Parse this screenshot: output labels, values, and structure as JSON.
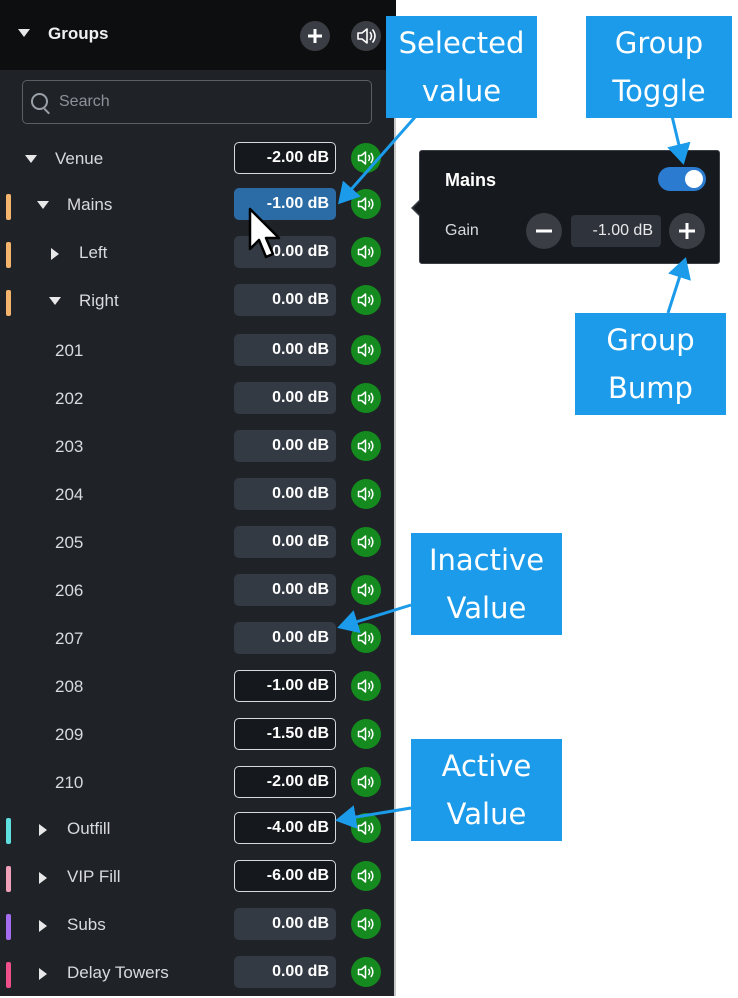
{
  "header": {
    "title": "Groups",
    "add_icon": "plus-icon",
    "mute_icon": "speaker-icon"
  },
  "search": {
    "placeholder": "Search"
  },
  "rows": [
    {
      "label": "Venue",
      "value": "-2.00 dB",
      "state": "active",
      "expander": "down",
      "bar": ""
    },
    {
      "label": "Mains",
      "value": "-1.00 dB",
      "state": "selected",
      "expander": "down",
      "bar": "#f5b46c"
    },
    {
      "label": "Left",
      "value": "0.00 dB",
      "state": "inactive",
      "expander": "right",
      "bar": "#f5b46c"
    },
    {
      "label": "Right",
      "value": "0.00 dB",
      "state": "inactive",
      "expander": "down",
      "bar": "#f5b46c"
    },
    {
      "label": "201",
      "value": "0.00 dB",
      "state": "inactive",
      "expander": "",
      "bar": ""
    },
    {
      "label": "202",
      "value": "0.00 dB",
      "state": "inactive",
      "expander": "",
      "bar": ""
    },
    {
      "label": "203",
      "value": "0.00 dB",
      "state": "inactive",
      "expander": "",
      "bar": ""
    },
    {
      "label": "204",
      "value": "0.00 dB",
      "state": "inactive",
      "expander": "",
      "bar": ""
    },
    {
      "label": "205",
      "value": "0.00 dB",
      "state": "inactive",
      "expander": "",
      "bar": ""
    },
    {
      "label": "206",
      "value": "0.00 dB",
      "state": "inactive",
      "expander": "",
      "bar": ""
    },
    {
      "label": "207",
      "value": "0.00 dB",
      "state": "inactive",
      "expander": "",
      "bar": ""
    },
    {
      "label": "208",
      "value": "-1.00 dB",
      "state": "active",
      "expander": "",
      "bar": ""
    },
    {
      "label": "209",
      "value": "-1.50 dB",
      "state": "active",
      "expander": "",
      "bar": ""
    },
    {
      "label": "210",
      "value": "-2.00 dB",
      "state": "active",
      "expander": "",
      "bar": ""
    },
    {
      "label": "Outfill",
      "value": "-4.00 dB",
      "state": "active",
      "expander": "right",
      "bar": "#5fe0e0"
    },
    {
      "label": "VIP Fill",
      "value": "-6.00 dB",
      "state": "active",
      "expander": "right",
      "bar": "#f0a0b8"
    },
    {
      "label": "Subs",
      "value": "0.00 dB",
      "state": "inactive",
      "expander": "right",
      "bar": "#a66cf0"
    },
    {
      "label": "Delay Towers",
      "value": "0.00 dB",
      "state": "inactive",
      "expander": "right",
      "bar": "#f0508a"
    }
  ],
  "popup": {
    "title": "Mains",
    "toggle_on": true,
    "gain_label": "Gain",
    "gain_value": "-1.00 dB",
    "minus_icon": "minus-icon",
    "plus_icon": "plus-icon"
  },
  "callouts": {
    "selected_value": "Selected\nvalue",
    "group_toggle": "Group\nToggle",
    "group_bump": "Group\nBump",
    "inactive_value": "Inactive\nValue",
    "active_value": "Active\nValue"
  },
  "colors": {
    "accent": "#2b7bd1",
    "callout": "#1b9bea",
    "speaker_on": "#148a1f",
    "selected": "#2b6ca6"
  }
}
